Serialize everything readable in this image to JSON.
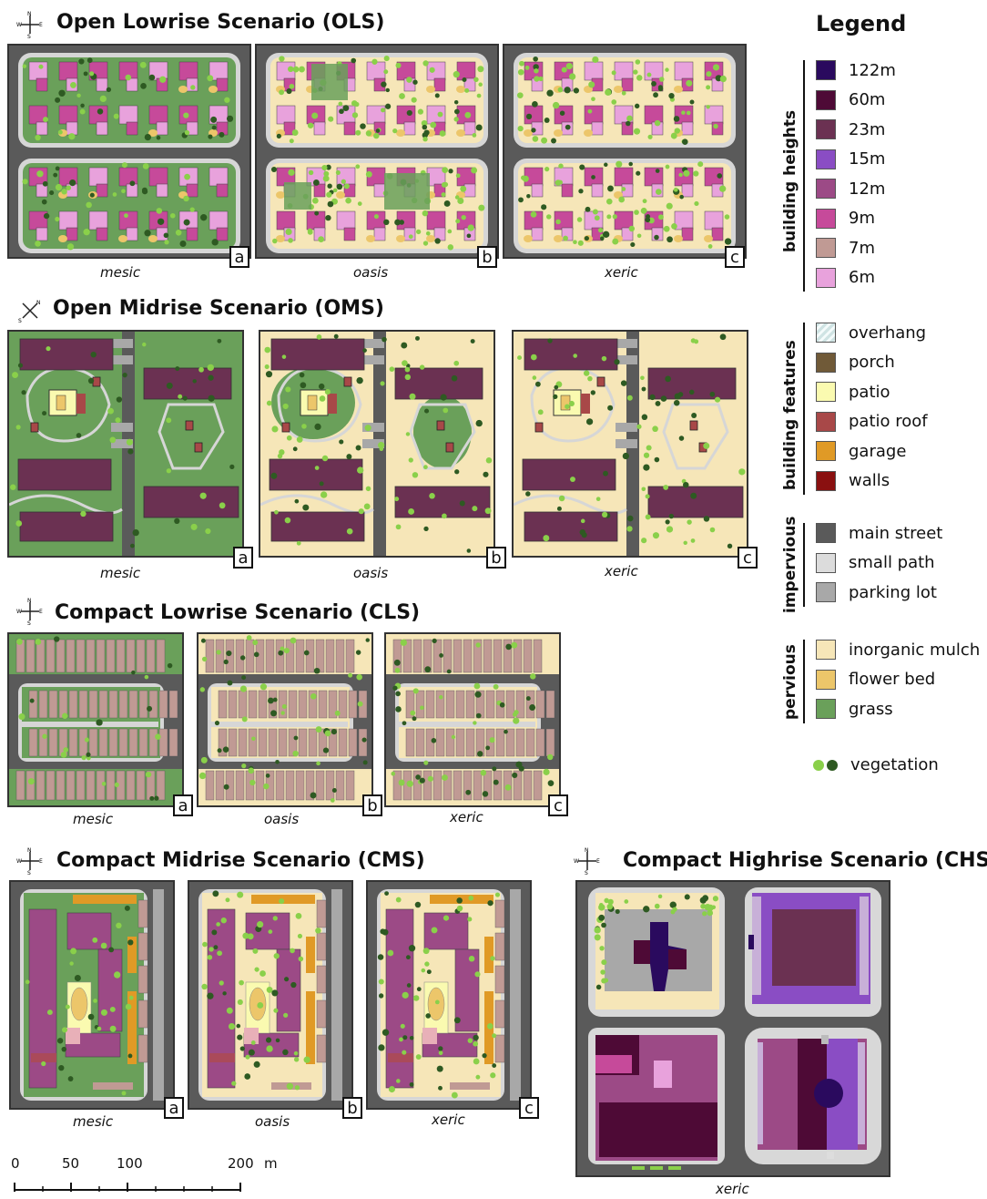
{
  "scenarios": {
    "ols": {
      "title": "Open Lowrise Scenario (OLS)",
      "captions": [
        "mesic",
        "oasis",
        "xeric"
      ],
      "letters": [
        "a",
        "b",
        "c"
      ]
    },
    "oms": {
      "title": "Open Midrise Scenario (OMS)",
      "captions": [
        "mesic",
        "oasis",
        "xeric"
      ],
      "letters": [
        "a",
        "b",
        "c"
      ]
    },
    "cls": {
      "title": "Compact Lowrise Scenario (CLS)",
      "captions": [
        "mesic",
        "oasis",
        "xeric"
      ],
      "letters": [
        "a",
        "b",
        "c"
      ]
    },
    "cms": {
      "title": "Compact Midrise Scenario (CMS)",
      "captions": [
        "mesic",
        "oasis",
        "xeric"
      ],
      "letters": [
        "a",
        "b",
        "c"
      ]
    },
    "chs": {
      "title": "Compact Highrise Scenario (CHS)",
      "captions": [
        "xeric"
      ]
    }
  },
  "compass": {
    "n": "N",
    "s": "S",
    "e": "E",
    "w": "W"
  },
  "legend": {
    "title": "Legend",
    "groups": [
      {
        "label": "building heights",
        "items": [
          {
            "label": "122m",
            "color": "#2a0a5e"
          },
          {
            "label": "60m",
            "color": "#4e0a36"
          },
          {
            "label": "23m",
            "color": "#6b3152"
          },
          {
            "label": "15m",
            "color": "#8a4dc4"
          },
          {
            "label": "12m",
            "color": "#9c4a86"
          },
          {
            "label": "9m",
            "color": "#c64a9a"
          },
          {
            "label": "7m",
            "color": "#c09a94"
          },
          {
            "label": "6m",
            "color": "#e8a2dc"
          }
        ]
      },
      {
        "label": "building features",
        "items": [
          {
            "label": "overhang",
            "color": "#dfeeee"
          },
          {
            "label": "porch",
            "color": "#705a38"
          },
          {
            "label": "patio",
            "color": "#fafab0"
          },
          {
            "label": "patio roof",
            "color": "#a84848"
          },
          {
            "label": "garage",
            "color": "#e09a26"
          },
          {
            "label": "walls",
            "color": "#8a1010"
          }
        ]
      },
      {
        "label": "impervious",
        "items": [
          {
            "label": "main street",
            "color": "#5a5a5a"
          },
          {
            "label": "small path",
            "color": "#dcdcdc"
          },
          {
            "label": "parking lot",
            "color": "#a8a8a8"
          }
        ]
      },
      {
        "label": "pervious",
        "items": [
          {
            "label": "inorganic mulch",
            "color": "#f6e6b8"
          },
          {
            "label": "flower bed",
            "color": "#ecc66a"
          },
          {
            "label": "grass",
            "color": "#6aa05a"
          }
        ]
      }
    ],
    "vegetation_label": "vegetation"
  },
  "scalebar": {
    "ticks": [
      "0",
      "50",
      "100",
      "200"
    ],
    "unit": "m"
  },
  "colors": {
    "street": "#5a5a5a",
    "path": "#d6d6d6",
    "parking": "#a8a8a8",
    "grass": "#6aa05a",
    "mulch": "#f6e6b8",
    "flower": "#ecc66a",
    "b6m": "#e8a2dc",
    "b9m": "#c64a9a",
    "b7m": "#c09a94",
    "b12m": "#9c4a86",
    "b15m": "#8a4dc4",
    "b23m": "#6b3152",
    "b60m": "#4e0a36",
    "b122m": "#2a0a5e",
    "garage": "#e09a26",
    "patio": "#fafab0",
    "patioroof": "#a84848",
    "tree": "#2e5a22",
    "treeLight": "#8ad04a"
  }
}
